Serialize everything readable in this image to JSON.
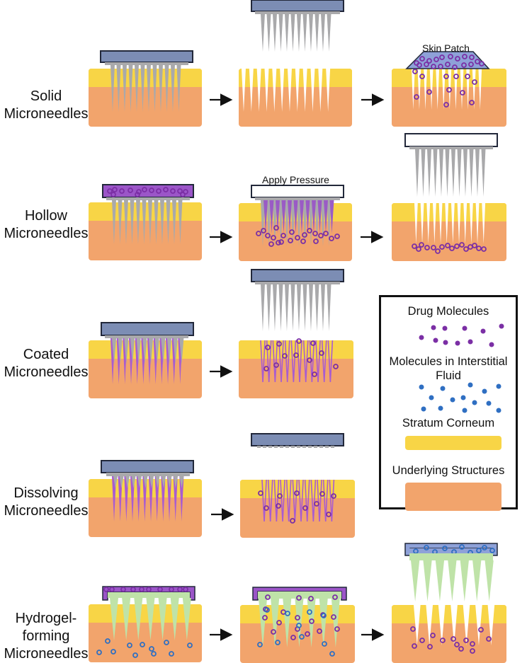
{
  "colors": {
    "stratum_corneum": "#f8d546",
    "underlying": "#f2a46c",
    "backing_blue": "#7c8db4",
    "backing_border": "#22283a",
    "needle_gray": "#a9a9ab",
    "drug_purple": "#7b2fa5",
    "drug_fill": "#b678d9",
    "fluid_blue": "#2f6fc2",
    "hydrogel_green": "#bfe3a8",
    "purple_reservoir": "#9b55c8",
    "patch_blue": "#8ea1d8"
  },
  "rows": [
    {
      "id": "solid",
      "label_lines": [
        "Solid",
        "Microneedles"
      ]
    },
    {
      "id": "hollow",
      "label_lines": [
        "Hollow",
        "Microneedles"
      ]
    },
    {
      "id": "coated",
      "label_lines": [
        "Coated",
        "Microneedles"
      ]
    },
    {
      "id": "dissolving",
      "label_lines": [
        "Dissolving",
        "Microneedles"
      ]
    },
    {
      "id": "hydrogel",
      "label_lines": [
        "Hydrogel-",
        "forming",
        "Microneedles"
      ]
    }
  ],
  "captions": {
    "skin_patch": "Skin Patch",
    "apply_pressure": "Apply Pressure"
  },
  "legend": {
    "drug_molecules": "Drug Molecules",
    "interstitial_line1": "Molecules in Interstitial",
    "interstitial_line2": "Fluid",
    "stratum_corneum": "Stratum Corneum",
    "underlying_structures": "Underlying Structures"
  },
  "arrow_symbol": "right-arrow-icon"
}
